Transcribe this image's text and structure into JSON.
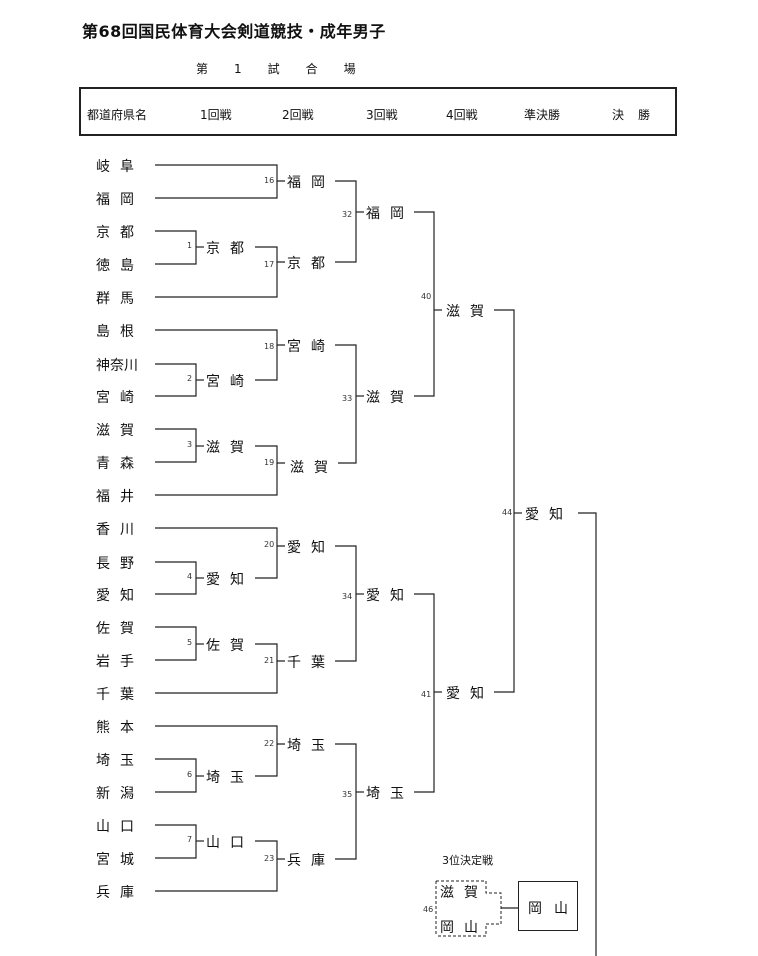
{
  "title": "第68回国民体育大会剣道競技・成年男子",
  "subtitle": "第　1　試　合　場",
  "header": {
    "prefecture": "都道府県名",
    "round1": "1回戦",
    "round2": "2回戦",
    "round3": "3回戦",
    "round4": "4回戦",
    "semifinal": "準決勝",
    "final": "決勝"
  },
  "teams": [
    "岐阜",
    "福岡",
    "京都",
    "徳島",
    "群馬",
    "島根",
    "神奈川",
    "宮崎",
    "滋賀",
    "青森",
    "福井",
    "香川",
    "長野",
    "愛知",
    "佐賀",
    "岩手",
    "千葉",
    "熊本",
    "埼玉",
    "新潟",
    "山口",
    "宮城",
    "兵庫"
  ],
  "round1": [
    {
      "match": "1",
      "winner": "京都"
    },
    {
      "match": "2",
      "winner": "宮崎"
    },
    {
      "match": "3",
      "winner": "滋賀"
    },
    {
      "match": "4",
      "winner": "愛知"
    },
    {
      "match": "5",
      "winner": "佐賀"
    },
    {
      "match": "6",
      "winner": "埼玉"
    },
    {
      "match": "7",
      "winner": "山口"
    }
  ],
  "round2": [
    {
      "match": "16",
      "winner": "福岡"
    },
    {
      "match": "17",
      "winner": "京都"
    },
    {
      "match": "18",
      "winner": "宮崎"
    },
    {
      "match": "19",
      "winner": "滋賀"
    },
    {
      "match": "20",
      "winner": "愛知"
    },
    {
      "match": "21",
      "winner": "千葉"
    },
    {
      "match": "22",
      "winner": "埼玉"
    },
    {
      "match": "23",
      "winner": "兵庫"
    }
  ],
  "round3": [
    {
      "match": "32",
      "winner": "福岡"
    },
    {
      "match": "33",
      "winner": "滋賀"
    },
    {
      "match": "34",
      "winner": "愛知"
    },
    {
      "match": "35",
      "winner": "埼玉"
    }
  ],
  "round4": [
    {
      "match": "40",
      "winner": "滋賀"
    },
    {
      "match": "41",
      "winner": "愛知"
    }
  ],
  "semifinal": [
    {
      "match": "44",
      "winner": "愛知"
    }
  ],
  "third_place": {
    "label": "3位決定戦",
    "match": "46",
    "team_a": "滋賀",
    "team_b": "岡山",
    "winner": "岡山"
  }
}
